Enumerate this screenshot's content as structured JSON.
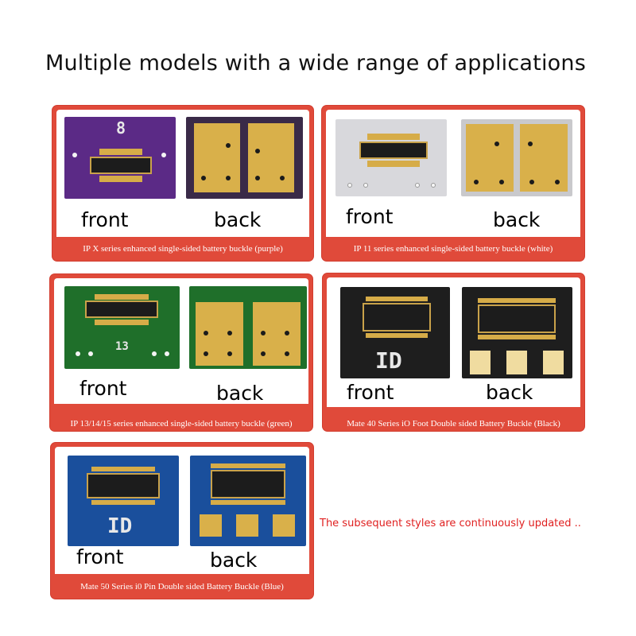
{
  "title": "Multiple models with a wide range of applications",
  "labels": {
    "front": "front",
    "back": "back"
  },
  "products": [
    {
      "caption": "IP X series enhanced single-sided battery buckle (purple)",
      "color": "#5b2a86",
      "silk": "8"
    },
    {
      "caption": "IP 11 series enhanced single-sided battery buckle (white)",
      "color": "#d8d8dc"
    },
    {
      "caption": "IP 13/14/15 series enhanced single-sided battery buckle (green)",
      "color": "#1f6f2a",
      "silk": "13"
    },
    {
      "caption": "Mate 40 Series iO Foot Double sided Battery Buckle (Black)",
      "color": "#1e1e1e",
      "silk": "ID"
    },
    {
      "caption": "Mate 50 Series i0 Pin Double sided Battery Buckle (Blue)",
      "color": "#1a4f9c",
      "silk": "ID"
    }
  ],
  "note": "The subsequent styles are continuously updated .."
}
